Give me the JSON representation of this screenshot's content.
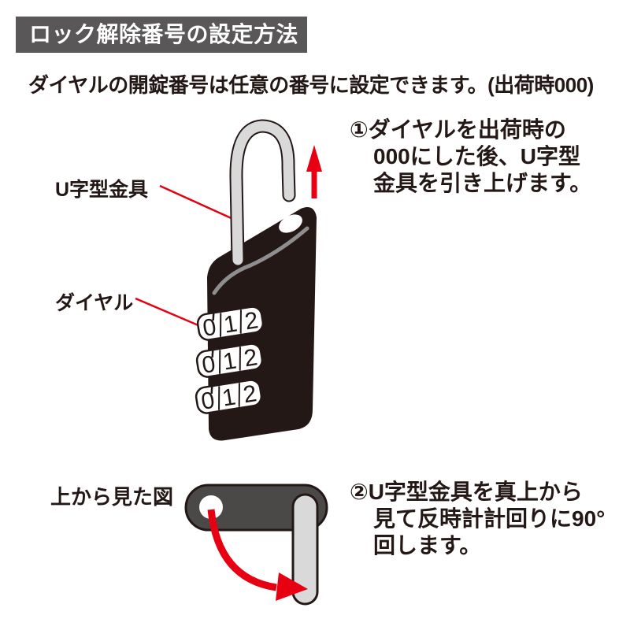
{
  "banner": {
    "label": "ロック解除番号の設定方法"
  },
  "intro": {
    "text": "ダイヤルの開錠番号は任意の番号に設定できます。(出荷時000)"
  },
  "lock": {
    "shackle_label": "U字型金具",
    "dial_label": "ダイヤル",
    "dial_digits": [
      "0",
      "1",
      "2"
    ]
  },
  "step1": {
    "lines": [
      "①ダイヤルを出荷時の",
      "000にした後、U字型",
      "金具を引き上げます。"
    ]
  },
  "topview": {
    "label": "上から見た図"
  },
  "step2": {
    "lines": [
      "②U字型金具を真上から",
      "見て反時計計回りに90°",
      "回します。"
    ]
  },
  "colors": {
    "ink": "#231815",
    "banner_bg": "#595757",
    "banner_text": "#ffffff",
    "red": "#e60012",
    "body_black": "#231815",
    "shackle_gray": "#d9d9d9",
    "highlight_gray": "#8e8e8e",
    "dial_face": "#ffffff",
    "topview_body_gray": "#4b4948"
  }
}
